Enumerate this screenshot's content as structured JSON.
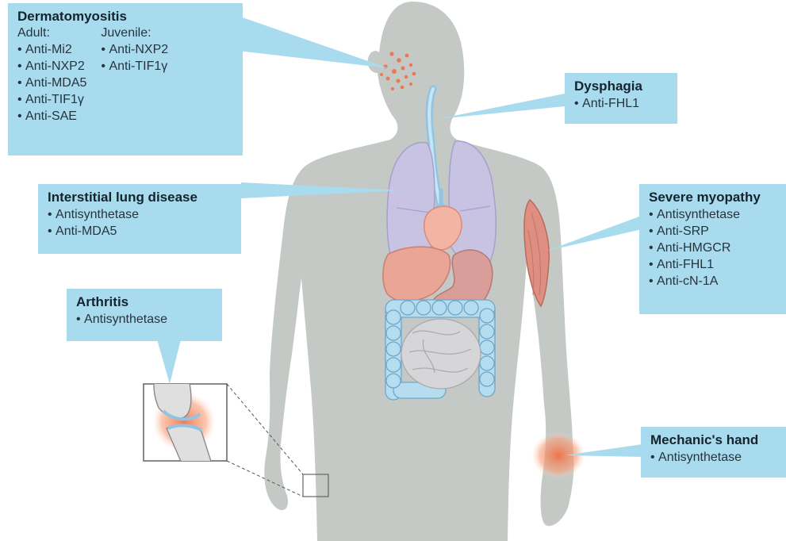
{
  "dermatomyositis": {
    "title": "Dermatomyositis",
    "adult_label": "Adult:",
    "adult_items": [
      "Anti-Mi2",
      "Anti-NXP2",
      "Anti-MDA5",
      "Anti-TIF1γ",
      "Anti-SAE"
    ],
    "juvenile_label": "Juvenile:",
    "juvenile_items": [
      "Anti-NXP2",
      "Anti-TIF1γ"
    ]
  },
  "dysphagia": {
    "title": "Dysphagia",
    "items": [
      "Anti-FHL1"
    ]
  },
  "ild": {
    "title": "Interstitial lung disease",
    "items": [
      "Antisynthetase",
      "Anti-MDA5"
    ]
  },
  "myopathy": {
    "title": "Severe myopathy",
    "items": [
      "Antisynthetase",
      "Anti-SRP",
      "Anti-HMGCR",
      "Anti-FHL1",
      "Anti-cN-1A"
    ]
  },
  "arthritis": {
    "title": "Arthritis",
    "items": [
      "Antisynthetase"
    ]
  },
  "mechanics_hand": {
    "title": "Mechanic's hand",
    "items": [
      "Antisynthetase"
    ]
  },
  "colors": {
    "callout_bg": "#a9dbef",
    "body_silhouette": "#c4c9c6",
    "lungs": "#c9c3e3",
    "heart": "#f2b4a3",
    "liver": "#e9a596",
    "stomach": "#d99e9a",
    "large_intestine": "#b6dcef",
    "small_intestine": "#d6d6d8",
    "esophagus": "#a9d6ef",
    "muscle": "#df8f81",
    "inflammation": "#f26b3e"
  }
}
